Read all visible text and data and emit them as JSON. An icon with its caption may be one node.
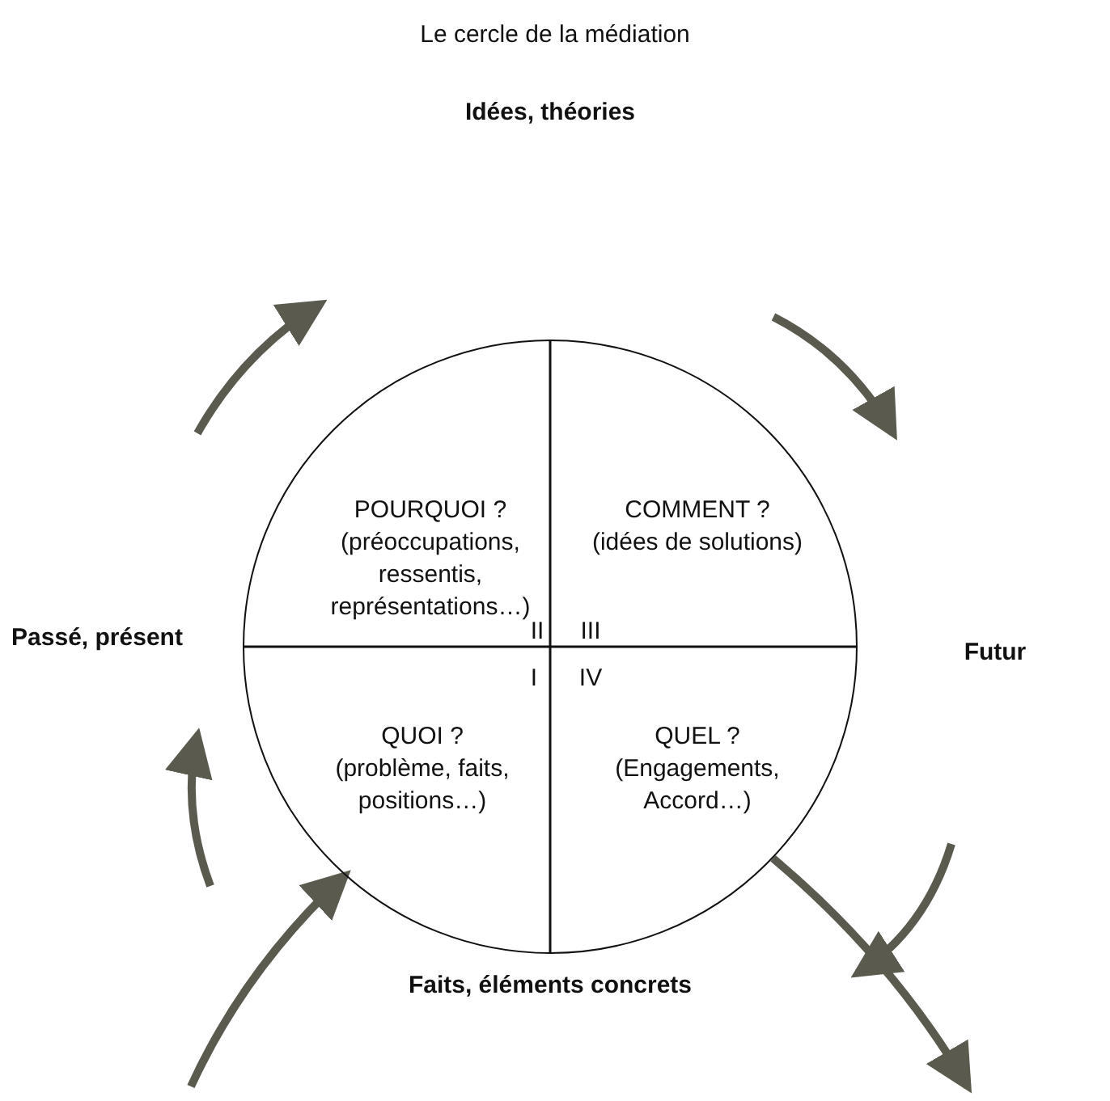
{
  "diagram": {
    "title": "Le cercle de la médiation",
    "nodes": [
      {
        "text": [],
        "shape": "circle"
      },
      {
        "text": [
          "POURQUOI ?",
          "(préoccupations, ressentis, représentations…)"
        ],
        "in": 0
      },
      {
        "text": [
          "COMMENT ?",
          "(idées de solutions)"
        ],
        "in": 0
      },
      {
        "text": [
          "QUOI ?",
          "(problème, faits, positions…)"
        ],
        "in": 0
      },
      {
        "text": [
          "QUEL ?",
          "(Engagements, Accord…)"
        ],
        "in": 0
      }
    ],
    "edges": [
      {
        "from": null,
        "to": 3,
        "arrow": "to"
      },
      {
        "from": 4,
        "to": null,
        "arrow": "to"
      }
    ],
    "labels": [
      "Idées, théories",
      "Passé, présent",
      "II",
      "III",
      "Futur",
      "I",
      "IV",
      "Faits, éléments concrets"
    ]
  }
}
